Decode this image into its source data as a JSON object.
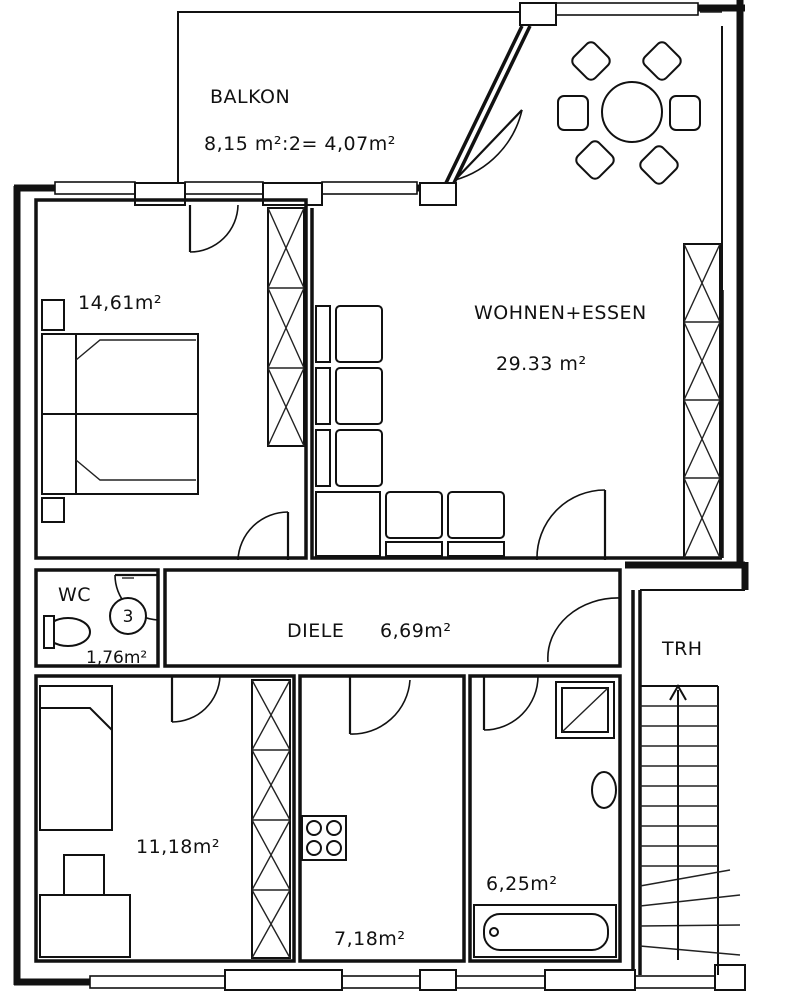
{
  "rooms": {
    "balcony": {
      "name": "BALKON",
      "area": "8,15 m²:2= 4,07m²"
    },
    "living": {
      "name": "WOHNEN+ESSEN",
      "area": "29.33 m²"
    },
    "bedroom": {
      "area": "14,61m²"
    },
    "wc": {
      "name": "WC",
      "area": "1,76m²"
    },
    "hall": {
      "name": "DIELE",
      "area": "6,69m²"
    },
    "stairs": {
      "name": "TRH"
    },
    "room2": {
      "area": "11,18m²"
    },
    "kitchen": {
      "area": "7,18m²"
    },
    "bath": {
      "area": "6,25m²"
    }
  }
}
